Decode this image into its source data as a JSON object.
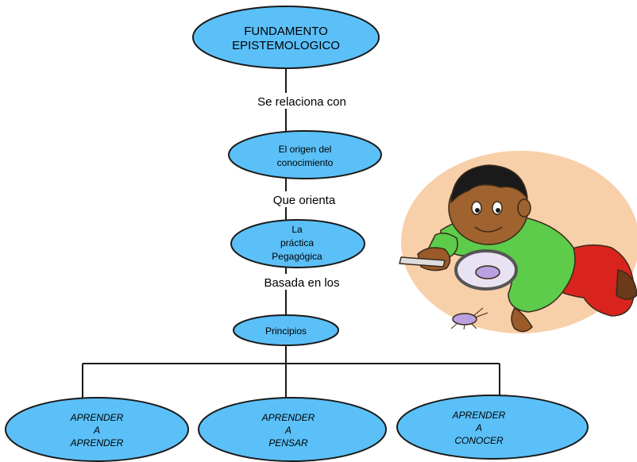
{
  "diagram": {
    "colors": {
      "node_fill": "#5bc0f8",
      "node_stroke": "#1a1a1a",
      "line": "#1a1a1a"
    },
    "root": {
      "lines": [
        "FUNDAMENTO",
        "EPISTEMOLOGICO"
      ]
    },
    "link1": "Se relaciona con",
    "node2": {
      "lines": [
        "El origen del",
        "conocimiento"
      ]
    },
    "link2": "Que orienta",
    "node3": {
      "lines": [
        "La",
        "práctica",
        "Pegagógica"
      ]
    },
    "link3": "Basada en los",
    "node4": {
      "lines": [
        "Principios"
      ]
    },
    "leaves": [
      {
        "lines": [
          "APRENDER",
          "A",
          "APRENDER"
        ]
      },
      {
        "lines": [
          "APRENDER",
          "A",
          "PENSAR"
        ]
      },
      {
        "lines": [
          "APRENDER",
          "A",
          "CONOCER"
        ]
      }
    ],
    "illustration": "child-with-magnifying-glass-clipart"
  }
}
